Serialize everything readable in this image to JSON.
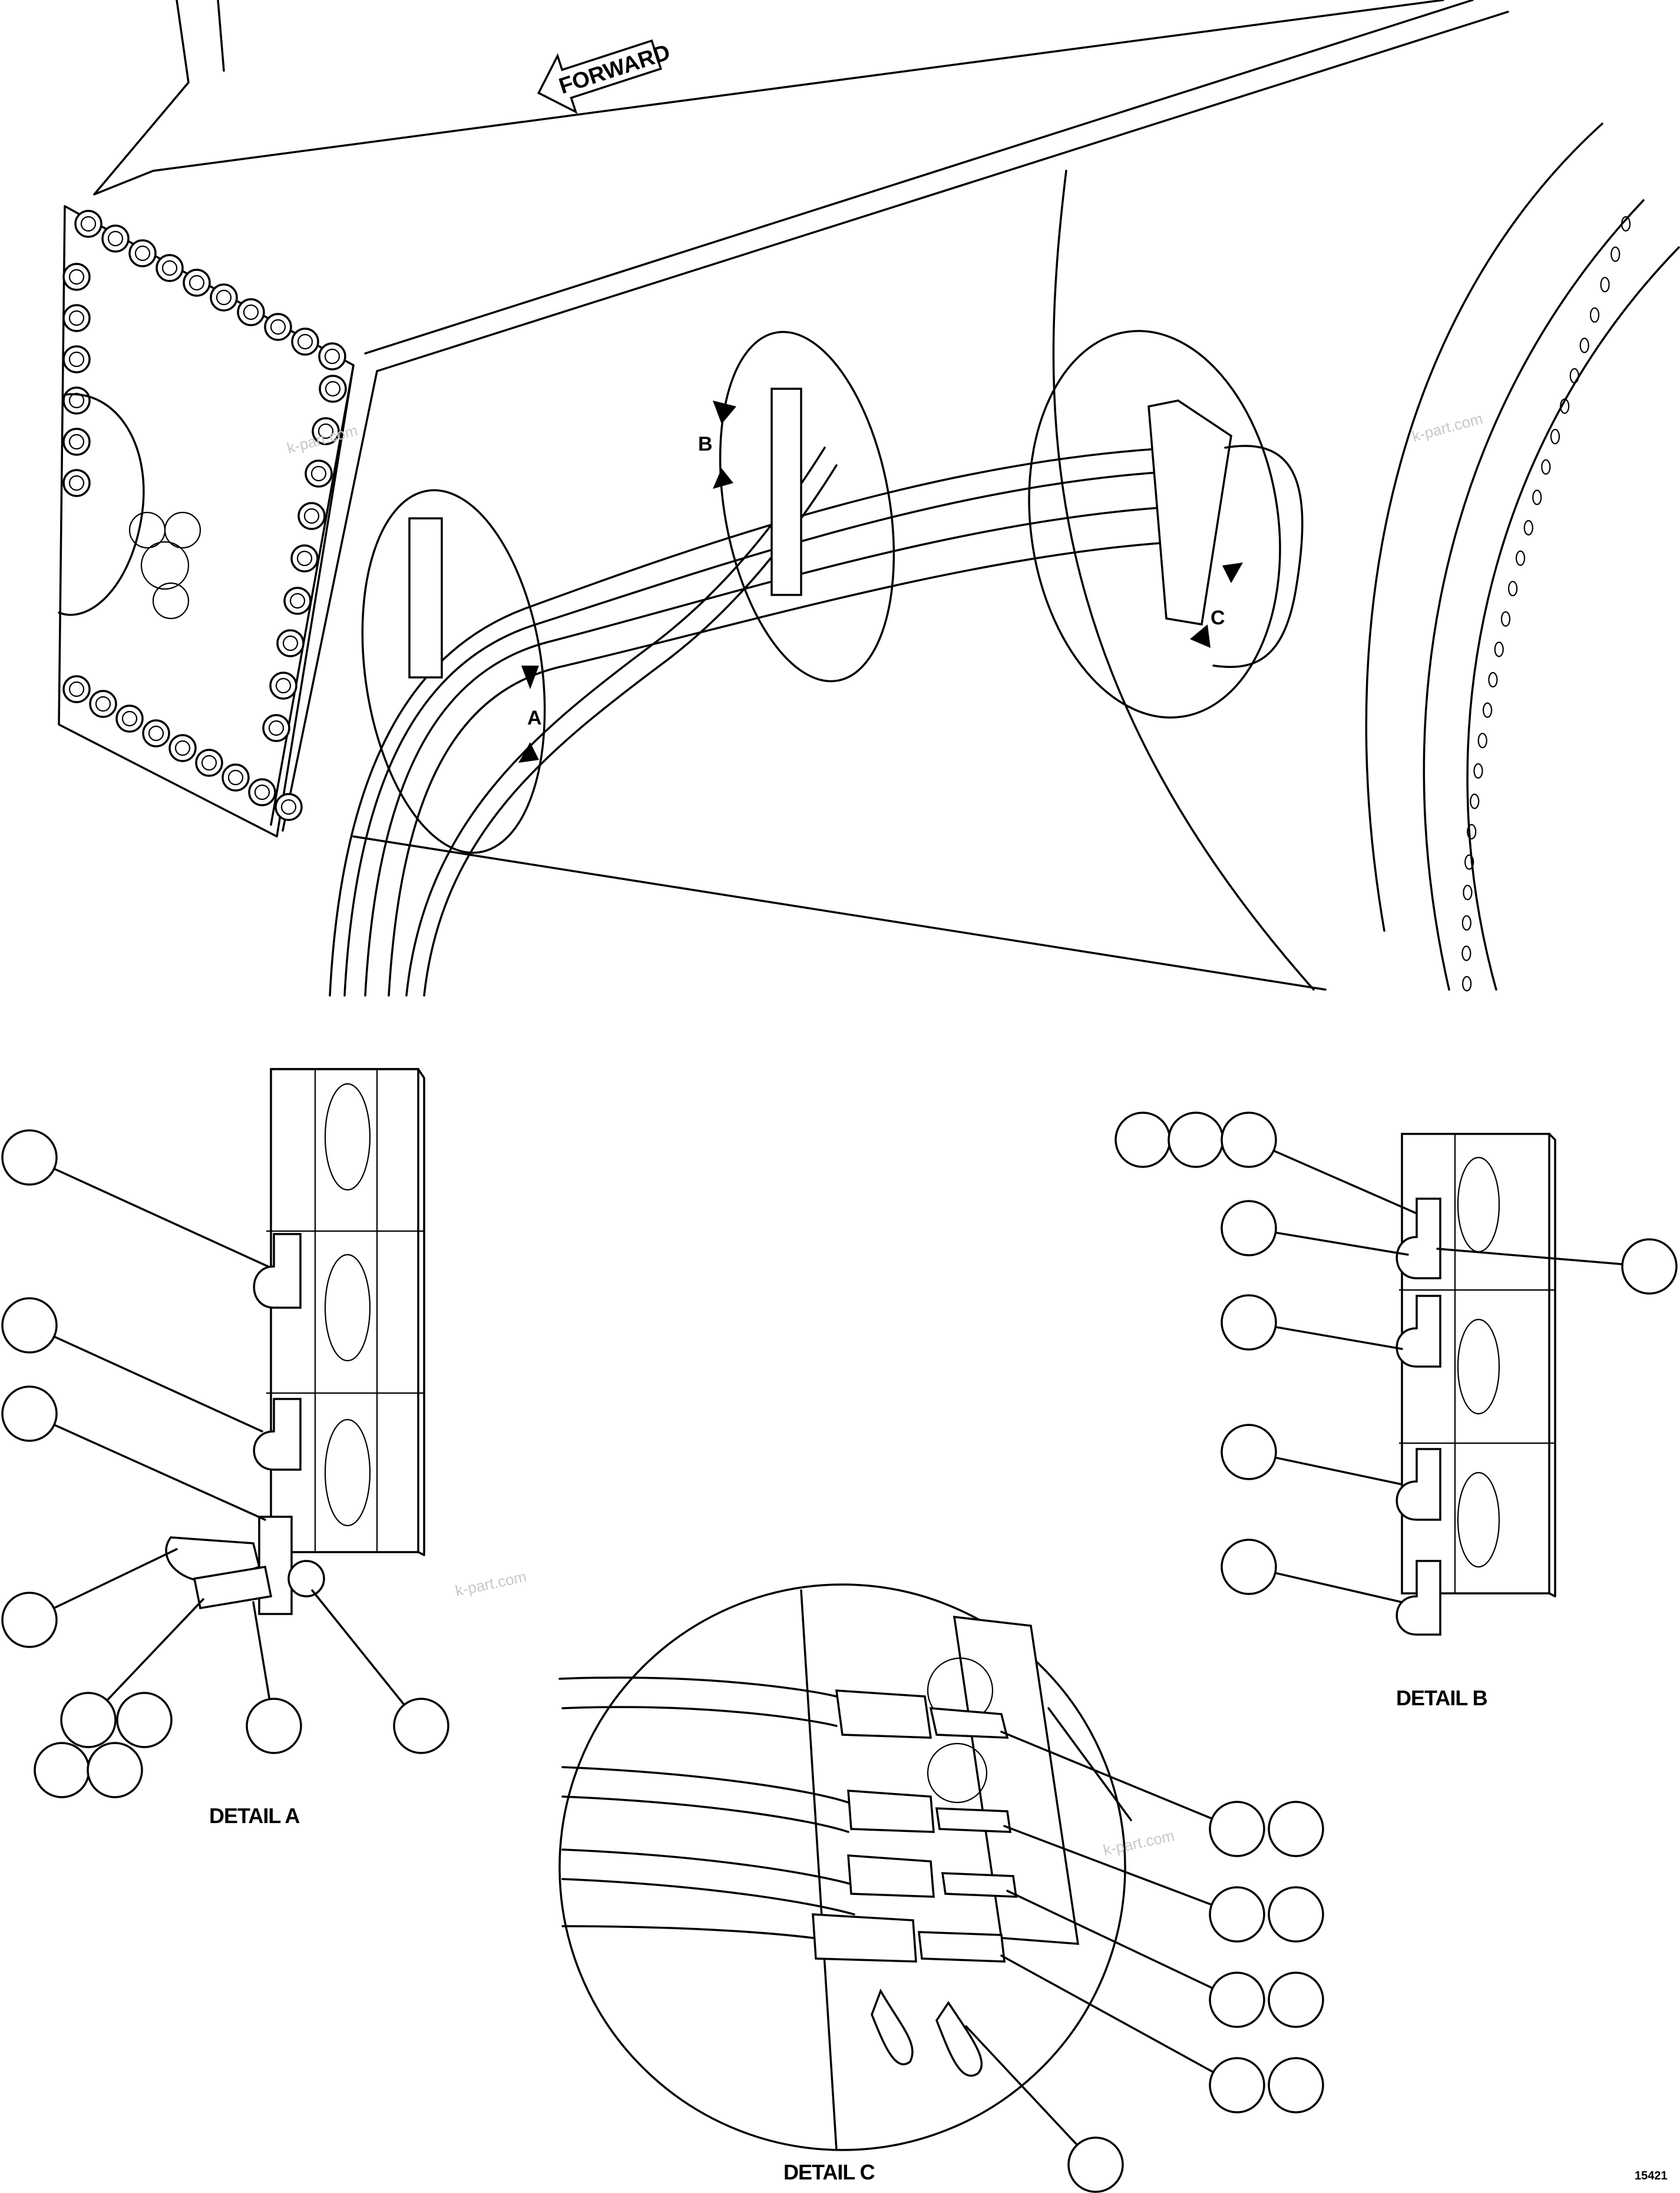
{
  "overview": {
    "forward_label": "FORWARD",
    "view_labels": [
      "A",
      "B",
      "C"
    ]
  },
  "details": {
    "a_title": "DETAIL A",
    "b_title": "DETAIL B",
    "c_title": "DETAIL C"
  },
  "watermark": "k-part.com",
  "figure_number": "15421"
}
